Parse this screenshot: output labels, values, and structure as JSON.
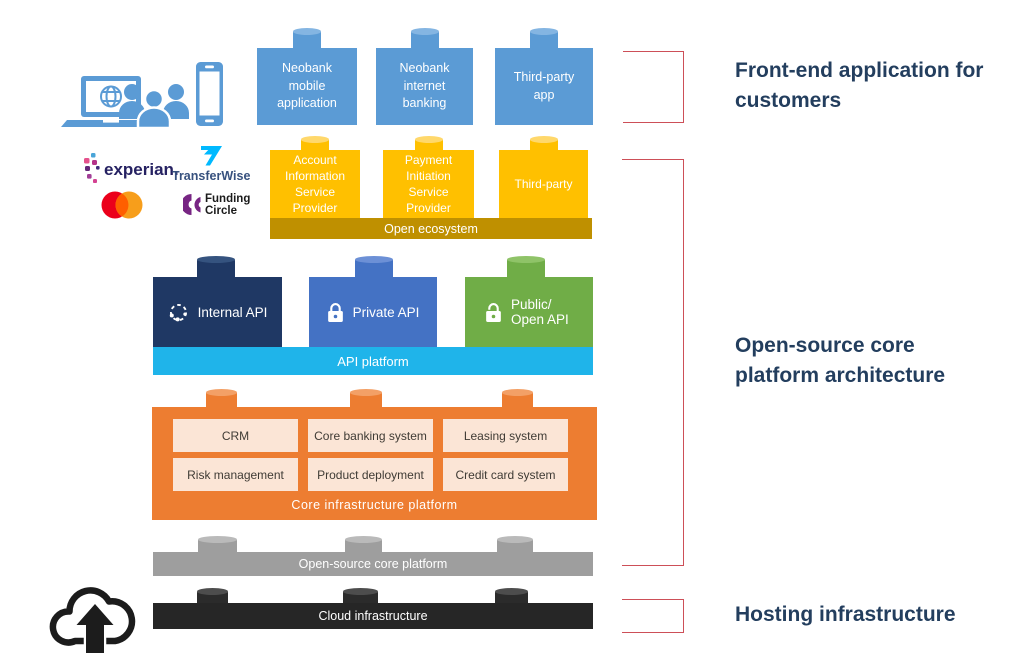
{
  "frontend": {
    "blocks": [
      "Neobank mobile application",
      "Neobank internet banking",
      "Third-party app"
    ]
  },
  "ecosystem": {
    "blocks": [
      "Account Information Service Provider",
      "Payment Initiation Service Provider",
      "Third-party"
    ],
    "bar": "Open ecosystem"
  },
  "api": {
    "blocks": [
      {
        "label": "Internal API",
        "icon": "network-icon"
      },
      {
        "label": "Private API",
        "icon": "lock-closed-icon"
      },
      {
        "label": "Public/ Open API",
        "icon": "lock-open-icon"
      }
    ],
    "bar": "API platform"
  },
  "core": {
    "boxes": [
      "CRM",
      "Core banking system",
      "Leasing system",
      "Risk management",
      "Product deployment",
      "Credit card system"
    ],
    "bar": "Core infrastructure platform"
  },
  "platform_bar": "Open-source core platform",
  "cloud_bar": "Cloud infrastructure",
  "annotations": [
    "Front-end application for customers",
    "Open-source core platform architecture",
    "Hosting infrastructure"
  ],
  "logos": {
    "experian": "experian.",
    "transferwise": "TransferWise",
    "funding_circle_line1": "Funding",
    "funding_circle_line2": "Circle"
  },
  "icons": [
    "laptop-icon",
    "users-icon",
    "smartphone-icon",
    "cloud-upload-icon",
    "network-icon",
    "lock-closed-icon",
    "lock-open-icon",
    "mastercard-circles-icon",
    "transferwise-flag-icon",
    "funding-circle-icon",
    "experian-dots-icon"
  ],
  "colors": {
    "frontend_blue": "#5b9bd5",
    "ecosystem_yellow": "#ffc000",
    "ecosystem_gold": "#bf9000",
    "internal_api_navy": "#1f3864",
    "private_api_blue": "#4472c4",
    "public_api_green": "#70ad47",
    "api_platform_cyan": "#1fb4ea",
    "core_orange": "#ed7d31",
    "core_box_peach": "#fbe5d6",
    "open_source_gray": "#9e9e9e",
    "cloud_black": "#262626",
    "bracket_red": "#cd4f58",
    "annotation_navy": "#233e5e"
  }
}
